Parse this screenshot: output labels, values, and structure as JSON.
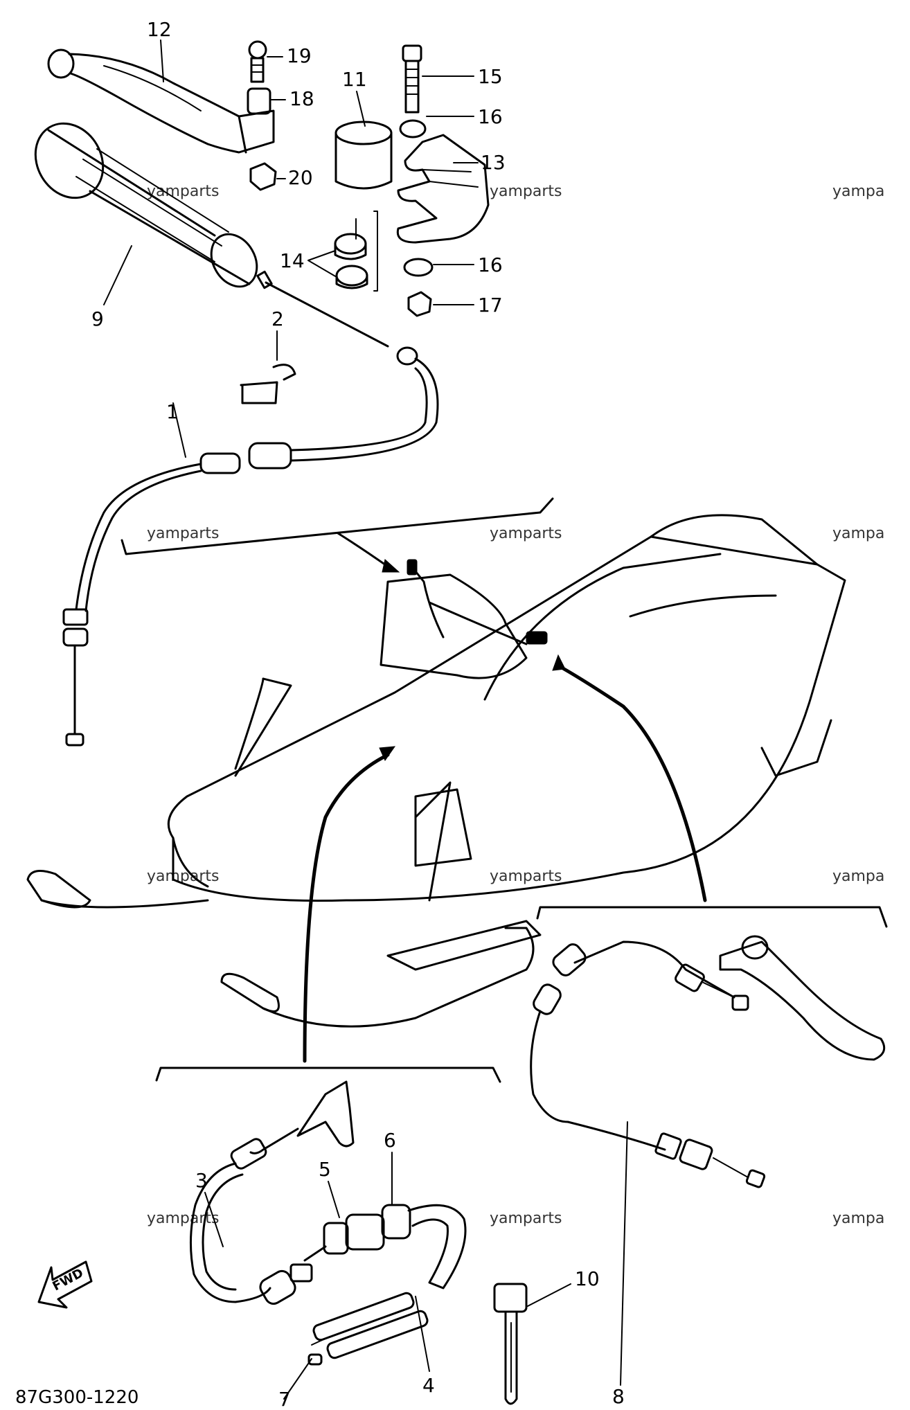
{
  "watermark": "yamparts",
  "watermark_cut": "yampa",
  "diagram_code": "87G300-1220",
  "fwd_label": "FWD",
  "parts": {
    "p1": "1",
    "p2": "2",
    "p3": "3",
    "p4": "4",
    "p5": "5",
    "p6": "6",
    "p7": "7",
    "p8": "8",
    "p9": "9",
    "p10": "10",
    "p11": "11",
    "p12": "12",
    "p13": "13",
    "p14": "14",
    "p15": "15",
    "p16a": "16",
    "p16b": "16",
    "p17": "17",
    "p18": "18",
    "p19": "19",
    "p20": "20"
  }
}
